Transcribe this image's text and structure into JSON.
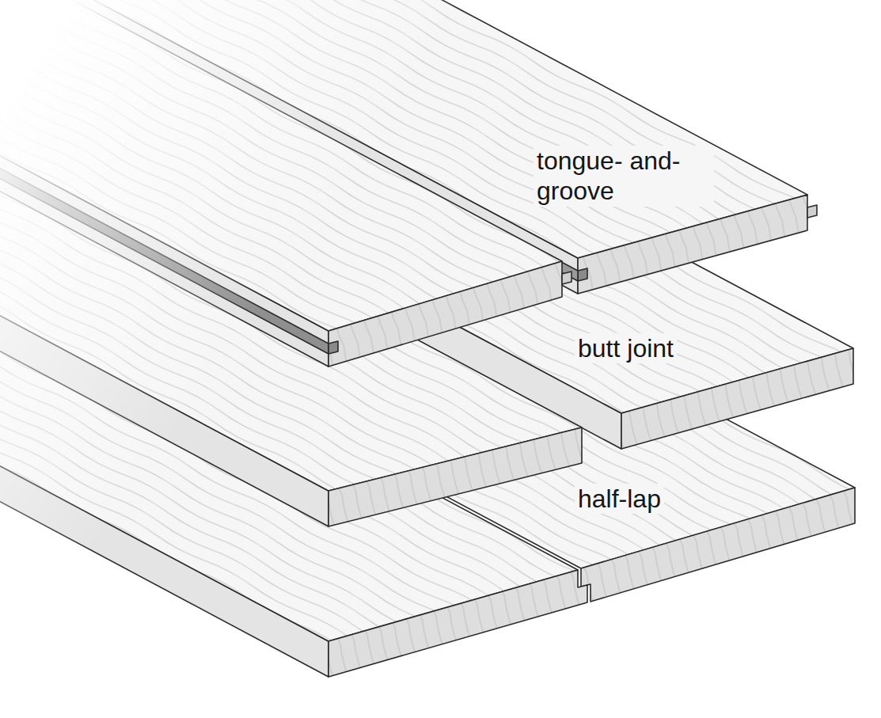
{
  "diagram": {
    "labels": [
      "tongue- and-groove",
      "butt joint",
      "half-lap"
    ]
  }
}
